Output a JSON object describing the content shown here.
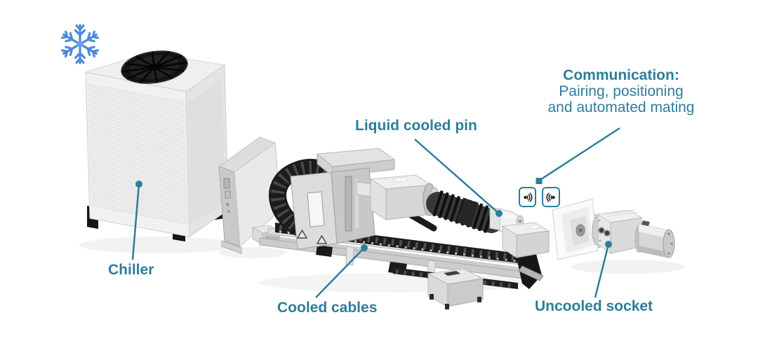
{
  "colors": {
    "accent_teal": "#2e7d99",
    "snowflake_blue": "#4a8ad8",
    "background": "#ffffff"
  },
  "annotations": {
    "chiller": {
      "label": "Chiller"
    },
    "liquid_cooled_pin": {
      "label": "Liquid cooled pin"
    },
    "communication": {
      "title": "Communication:",
      "line2": "Pairing, positioning",
      "line3": "and automated mating"
    },
    "cooled_cables": {
      "label": "Cooled cables"
    },
    "uncooled_socket": {
      "label": "Uncooled socket"
    }
  },
  "icons": [
    {
      "name": "snowflake-icon",
      "meaning": "cooling / chiller"
    },
    {
      "name": "wireless-transmit-icon",
      "meaning": "radio signal from pin side"
    },
    {
      "name": "wireless-receive-icon",
      "meaning": "radio signal from socket side"
    }
  ]
}
